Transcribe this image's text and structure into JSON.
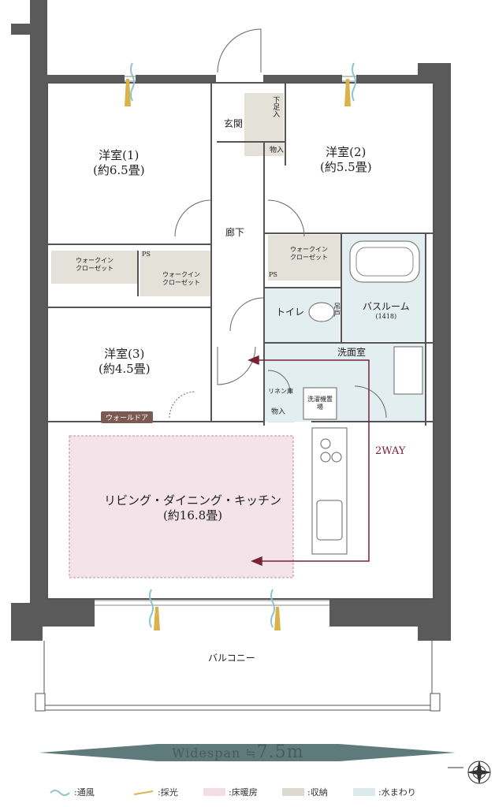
{
  "rooms": {
    "western1_name": "洋室(1)",
    "western1_size": "(約6.5畳)",
    "western2_name": "洋室(2)",
    "western2_size": "(約5.5畳)",
    "western3_name": "洋室(3)",
    "western3_size": "(約4.5畳)",
    "entrance": "玄関",
    "corridor": "廊下",
    "shoe_storage": "下足入",
    "storage": "物入",
    "storage2": "物入",
    "wic1": "ウォークイン\nクローゼット",
    "wic2": "ウォークイン\nクローゼット",
    "wic3": "ウォークイン\nクローゼット",
    "ps1": "PS",
    "ps2": "PS",
    "toilet": "トイレ",
    "toilet_shelf": "吊戸",
    "bath_name": "バスルーム",
    "bath_size": "(1418)",
    "washroom": "洗面室",
    "linen": "リネン庫",
    "washer": "洗濯機置場",
    "wall_door": "ウォールドア",
    "ldk_name": "リビング・ダイニング・キッチン",
    "ldk_size": "(約16.8畳)",
    "balcony": "バルコニー",
    "two_way": "2WAY"
  },
  "widespan": {
    "label": "Widespan",
    "approx": "≒",
    "value": "7.5m"
  },
  "legend": [
    {
      "icon": "ventilation-wave-icon",
      "label": ":通風",
      "color": "#8fc3cc"
    },
    {
      "icon": "daylight-icon",
      "label": ":採光",
      "color": "#d9b24c"
    },
    {
      "icon": "floor-heating-swatch",
      "label": ":床暖房",
      "color": "#f2dde3"
    },
    {
      "icon": "storage-swatch",
      "label": ":収納",
      "color": "#dcdad0"
    },
    {
      "icon": "water-area-swatch",
      "label": ":水まわり",
      "color": "#dceaee"
    }
  ],
  "colors": {
    "wall": "#5a5a5a",
    "floor_heat": "#f4e3e8",
    "storage": "#e3e1d8",
    "water": "#e3eef1",
    "arrow": "#7a2237"
  }
}
